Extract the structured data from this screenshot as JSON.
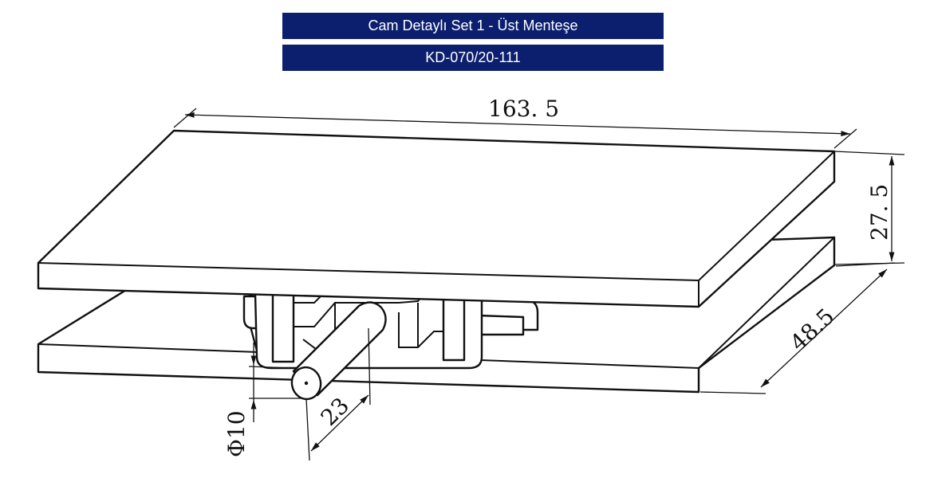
{
  "header": {
    "title": "Cam Detaylı Set 1 - Üst Menteşe",
    "code": "KD-070/20-111"
  },
  "dimensions": {
    "length": "163. 5",
    "height": "27. 5",
    "depth": "48.5",
    "pin_diameter": "Φ10",
    "pin_length": "23"
  },
  "colors": {
    "header_bg": "#0b1f6e",
    "header_text": "#ffffff",
    "line": "#111111"
  }
}
